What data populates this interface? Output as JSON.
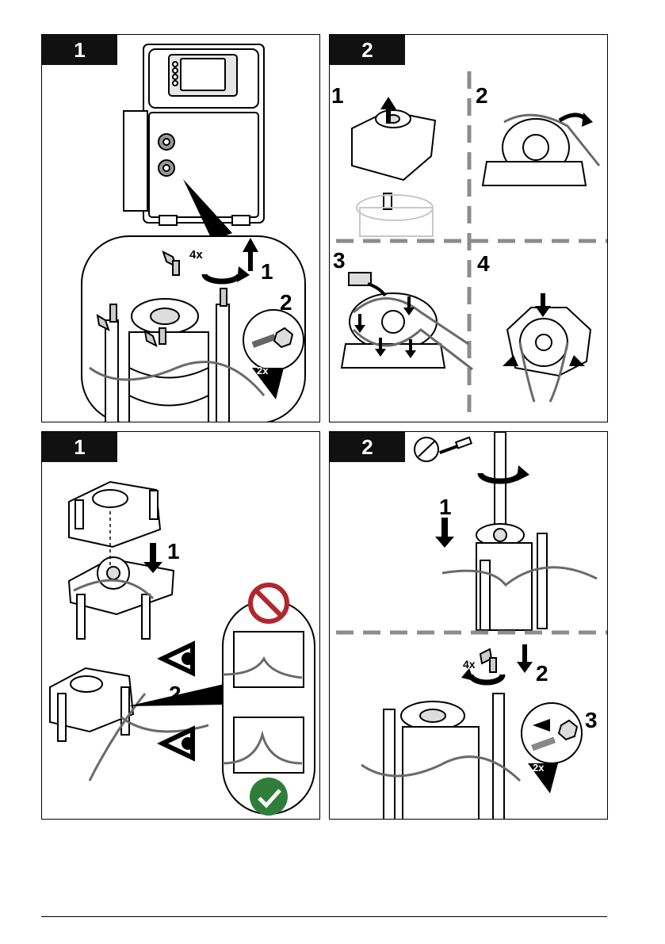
{
  "panels": [
    {
      "step": "1",
      "callouts": {
        "count": "4x",
        "step1": "1",
        "step2": "2",
        "times": "2x"
      }
    },
    {
      "step": "2",
      "callouts": {
        "s1": "1",
        "s2": "2",
        "s3": "3",
        "s4": "4"
      }
    },
    {
      "step": "1",
      "callouts": {
        "s1": "1",
        "s2": "2"
      }
    },
    {
      "step": "2",
      "callouts": {
        "s1": "1",
        "count": "4x",
        "s2": "2",
        "s3": "3",
        "times": "2x"
      }
    }
  ],
  "icons": {
    "prohibited": "prohibited-icon",
    "check": "check-icon",
    "eye": "eye-icon",
    "screwdriver": "screwdriver-icon"
  },
  "colors": {
    "prohibited": "#b3262d",
    "check": "#2e7d3b",
    "dash": "#8c8c8c",
    "tube": "#6a6a6a"
  }
}
